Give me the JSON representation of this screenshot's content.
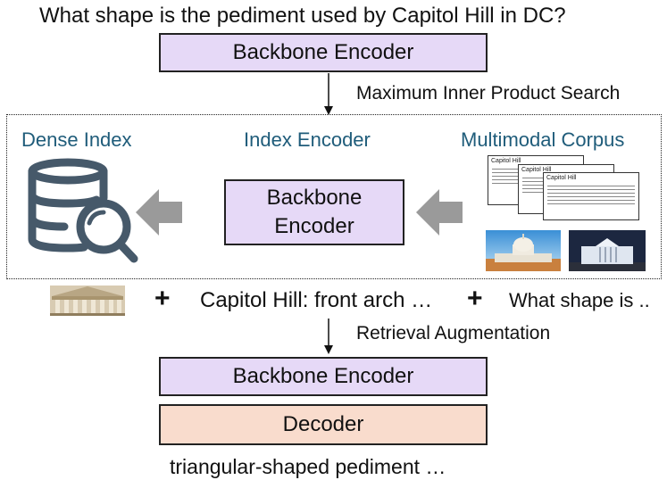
{
  "question": "What shape is the pediment used by Capitol Hill in DC?",
  "encoder_top": "Backbone Encoder",
  "mips_label": "Maximum Inner Product Search",
  "dense_index_label": "Dense Index",
  "index_encoder_label": "Index Encoder",
  "index_encoder_box": [
    "Backbone",
    "Encoder"
  ],
  "corpus_label": "Multimodal Corpus",
  "doc_title": "Capitol Hill",
  "plus": "+",
  "retrieved_text": "Capitol Hill: front arch …",
  "query_snippet": "What shape is ..",
  "retrieval_label": "Retrieval Augmentation",
  "encoder_bottom": "Backbone Encoder",
  "decoder": "Decoder",
  "answer": "triangular-shaped pediment …",
  "colors": {
    "box_purple": "#e6d9f7",
    "box_peach": "#f9dccd",
    "label_teal": "#1f5c7a",
    "arrow_gray": "#9a9a9a",
    "icon_slate": "#46596a"
  }
}
